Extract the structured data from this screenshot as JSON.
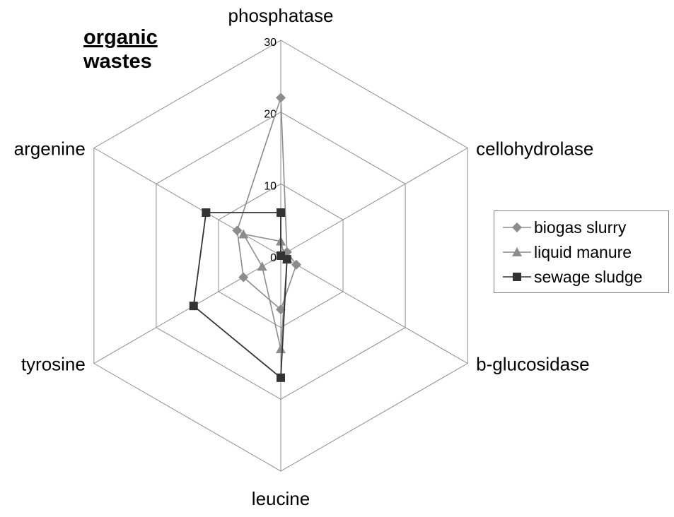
{
  "title": [
    "organic",
    "wastes"
  ],
  "chart_data": {
    "type": "radar",
    "axes": [
      "phosphatase",
      "cellohydrolase",
      "b-glucosidase",
      "leucine",
      "tyrosine",
      "argenine"
    ],
    "rlim": [
      0,
      30
    ],
    "ticks": [
      0,
      10,
      20,
      30
    ],
    "grid": true,
    "legend": "right",
    "series": [
      {
        "name": "biogas slurry",
        "marker": "diamond",
        "color": "#8c8c8c",
        "values": [
          22,
          1,
          2.5,
          7.5,
          6,
          7
        ]
      },
      {
        "name": "liquid manure",
        "marker": "triangle",
        "color": "#8c8c8c",
        "values": [
          2,
          0.5,
          1,
          13,
          3,
          6
        ]
      },
      {
        "name": "sewage sludge",
        "marker": "square",
        "color": "#333333",
        "values": [
          6,
          0,
          1,
          17,
          14,
          12
        ]
      }
    ]
  }
}
